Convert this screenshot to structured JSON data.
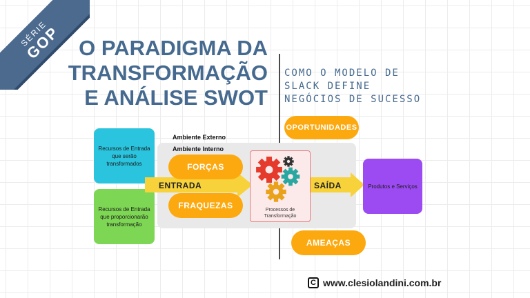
{
  "badge": {
    "serie": "SÉRIE",
    "gop": "GOP"
  },
  "title": {
    "line1": "O PARADIGMA DA",
    "line2": "TRANSFORMAÇÃO",
    "line3": "E ANÁLISE SWOT"
  },
  "subtitle": {
    "line1": "COMO O MODELO DE",
    "line2": "SLACK DEFINE",
    "line3": "NEGÓCIOS DE SUCESSO"
  },
  "diagram": {
    "recursos_transformados": "Recursos de Entrada que serão transformados",
    "recursos_transformadores": "Recursos de Entrada que proporcionarão transformação",
    "ambiente_externo": "Ambiente Externo",
    "ambiente_interno": "Ambiente Interno",
    "forcas": "FORÇAS",
    "fraquezas": "FRAQUEZAS",
    "oportunidades": "OPORTUNIDADES",
    "ameacas": "AMEAÇAS",
    "entrada": "ENTRADA",
    "saida": "SAÍDA",
    "processos": "Processos de Transformação",
    "produtos": "Produtos e Serviços"
  },
  "footer": {
    "icon_letter": "C",
    "url": "www.clesiolandini.com.br"
  },
  "colors": {
    "title_blue": "#466a8f",
    "cyan": "#2ac4de",
    "green": "#7dd654",
    "orange": "#fca90f",
    "purple": "#9c4bf2",
    "arrow_yellow": "#f7d23a",
    "gear_red": "#e53b2c",
    "gear_teal": "#2aa7a0",
    "gear_gold": "#e9a21a"
  }
}
